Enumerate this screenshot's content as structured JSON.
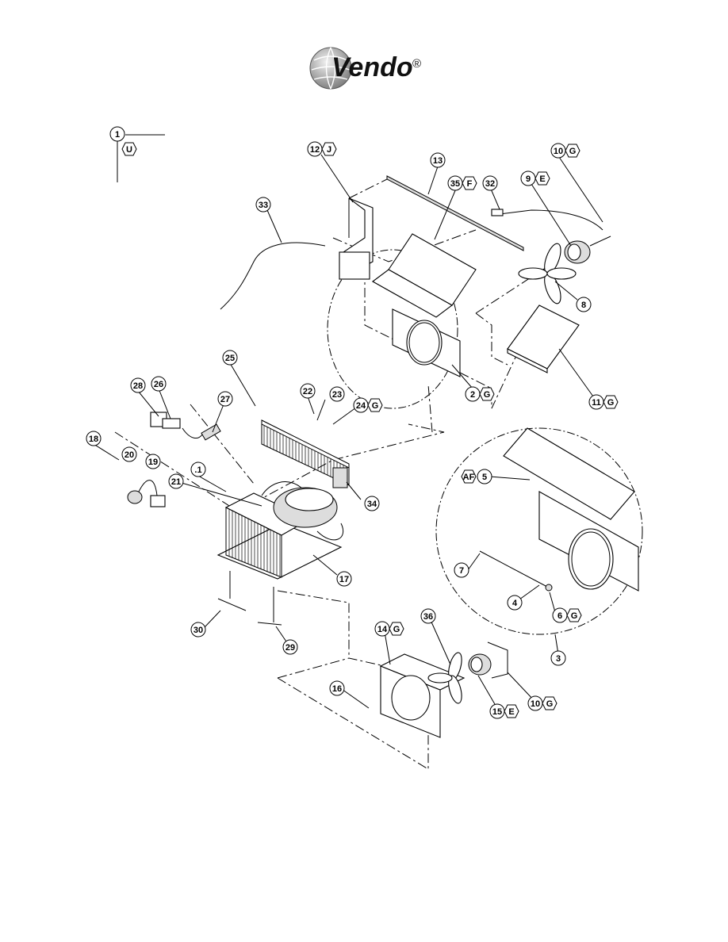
{
  "brand": {
    "name": "Vendo",
    "reg_mark": "®"
  },
  "legend": {
    "number": "1",
    "letter": "U"
  },
  "callouts": [
    {
      "id": "c12",
      "number": "12",
      "letter": "J"
    },
    {
      "id": "c13",
      "number": "13",
      "letter": ""
    },
    {
      "id": "c35",
      "number": "35",
      "letter": "F"
    },
    {
      "id": "c32",
      "number": "32",
      "letter": ""
    },
    {
      "id": "c9",
      "number": "9",
      "letter": "E"
    },
    {
      "id": "c10a",
      "number": "10",
      "letter": "G"
    },
    {
      "id": "c33",
      "number": "33",
      "letter": ""
    },
    {
      "id": "c8",
      "number": "8",
      "letter": ""
    },
    {
      "id": "c2",
      "number": "2",
      "letter": "G"
    },
    {
      "id": "c11",
      "number": "11",
      "letter": "G"
    },
    {
      "id": "c25",
      "number": "25",
      "letter": ""
    },
    {
      "id": "c28",
      "number": "28",
      "letter": ""
    },
    {
      "id": "c26",
      "number": "26",
      "letter": ""
    },
    {
      "id": "c27",
      "number": "27",
      "letter": ""
    },
    {
      "id": "c22",
      "number": "22",
      "letter": ""
    },
    {
      "id": "c23",
      "number": "23",
      "letter": ""
    },
    {
      "id": "c24",
      "number": "24",
      "letter": "G"
    },
    {
      "id": "c18",
      "number": "18",
      "letter": ""
    },
    {
      "id": "c20",
      "number": "20",
      "letter": ""
    },
    {
      "id": "c19",
      "number": "19",
      "letter": ""
    },
    {
      "id": "c1dot",
      "number": ".1",
      "letter": ""
    },
    {
      "id": "c21",
      "number": "21",
      "letter": ""
    },
    {
      "id": "c34",
      "number": "34",
      "letter": ""
    },
    {
      "id": "c5",
      "number": "5",
      "letter": "AF"
    },
    {
      "id": "c17",
      "number": "17",
      "letter": ""
    },
    {
      "id": "c7",
      "number": "7",
      "letter": ""
    },
    {
      "id": "c4",
      "number": "4",
      "letter": ""
    },
    {
      "id": "c6",
      "number": "6",
      "letter": "G"
    },
    {
      "id": "c3",
      "number": "3",
      "letter": ""
    },
    {
      "id": "c30",
      "number": "30",
      "letter": ""
    },
    {
      "id": "c29",
      "number": "29",
      "letter": ""
    },
    {
      "id": "c14",
      "number": "14",
      "letter": "G"
    },
    {
      "id": "c36",
      "number": "36",
      "letter": ""
    },
    {
      "id": "c16",
      "number": "16",
      "letter": ""
    },
    {
      "id": "c15",
      "number": "15",
      "letter": "E"
    },
    {
      "id": "c10b",
      "number": "10",
      "letter": "G"
    }
  ]
}
